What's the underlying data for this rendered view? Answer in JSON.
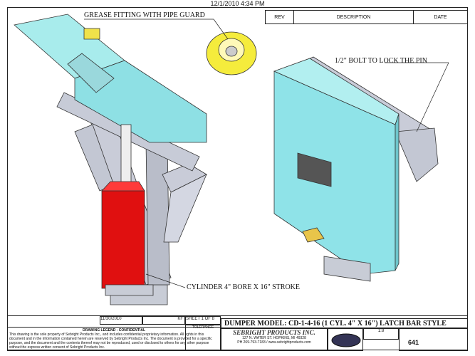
{
  "header": {
    "timestamp": "12/1/2010 4:34 PM",
    "rev_table": {
      "rev": "REV",
      "description": "DESCRIPTION",
      "date": "DATE"
    }
  },
  "callouts": {
    "grease": "GREASE FITTING WITH PIPE GUARD",
    "bolt": "1/2\" BOLT TO LOCK THE PIN",
    "cylinder": "CYLINDER 4\" BORE X 16\" STROKE"
  },
  "title_block": {
    "title": "DUMPER MODEL: CD-1-4-16 (1 CYL. 4\" X 16\") LATCH BAR STYLE",
    "company": "SEBRIGHT PRODUCTS INC.",
    "address": "127 N. WATER ST. HOPKINS, MI 49328",
    "phone": "PH 269-793-7183 / www.sebrightproducts.com",
    "date": "11/30/2010",
    "drawn_by": "KF",
    "sheet": "SHEET 1 OF 8",
    "scale": "1:8",
    "dwg_no": "641",
    "legend": "DRAWING LEGEND - CONFIDENTIAL",
    "tolerance": "TOLERANCE",
    "disclaimer": "This drawing is the sole property of Sebright Products Inc., and includes confidential proprietary information. All rights in this document and in the information contained herein are reserved by Sebright Products Inc. The document is provided for a specific purpose, and the document and the contents thereof may not be reproduced, used or disclosed to others for any other purpose without the express written consent of Sebright Products Inc."
  }
}
